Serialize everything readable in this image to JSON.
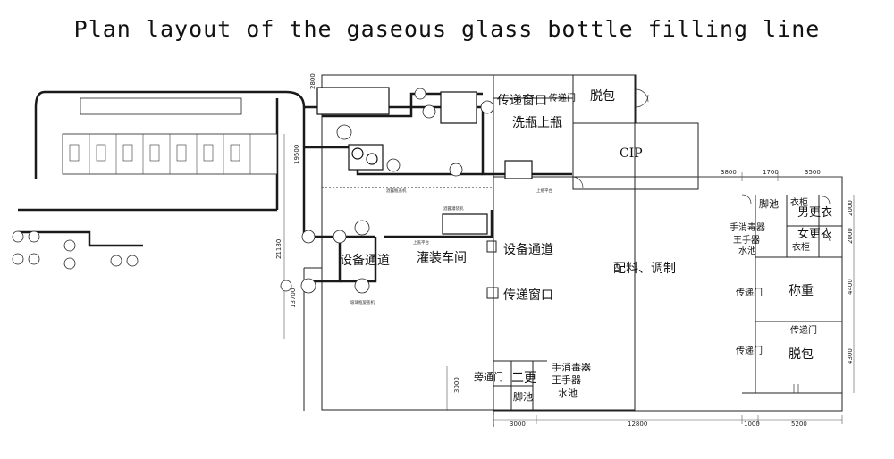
{
  "title": "Plan layout of the gaseous glass bottle filling line",
  "rooms": {
    "unpack_top": "脱包",
    "transfer_door_top": "传递门",
    "transfer_window_top": "传递窗口",
    "bottle_loading": "洗瓶上瓶",
    "cip": "CIP",
    "equipment_channel_1": "设备通道",
    "equipment_channel_2": "设备通道",
    "filling_room": "灌装车间",
    "transfer_window_mid": "传递窗口",
    "batching": "配料、调制",
    "foot_bath_right": "脚池",
    "clothes_cabinet_1": "衣柜",
    "hand_sanitizer_right": "手消毒器",
    "hand_dryer_right": "王手器",
    "water_basin_right": "水池",
    "mens_change": "男更衣",
    "womens_change": "女更衣",
    "clothes_cabinet_2": "衣柜",
    "transfer_door_r1": "传递门",
    "transfer_door_r2": "传递门",
    "transfer_door_r3": "传递门",
    "weighing": "称重",
    "unpack_bottom": "脱包",
    "side_door": "旁通门",
    "second_change": "二更",
    "foot_bath_bottom": "脚池",
    "hand_sanitizer_bottom": "手消毒器",
    "hand_dryer_bottom": "王手器",
    "water_basin_bottom": "水池",
    "mini_wine_capper": "酒露瓶盖机",
    "mini_wine_filler": "酒露灌装机",
    "mini_glass_capper": "玻璃瓶旋盖机",
    "mini_cap_platform": "上盖平台",
    "mini_platform": "上瓶平台"
  },
  "dimensions": {
    "d3800": "3800",
    "d1700": "1700",
    "d3500": "3500",
    "d3000_bottom": "3000",
    "d12800": "12800",
    "d1000": "1000",
    "d5200": "5200",
    "d21180": "21180",
    "d13700": "13700",
    "d3000_left": "3000",
    "d2000_a": "2000",
    "d2000_b": "2000",
    "d4400": "4400",
    "d4300": "4300",
    "d19500": "19500",
    "d2800": "2800"
  },
  "colors": {
    "line": "#111111",
    "conveyor": "#1a1a1a",
    "wall": "#333333"
  }
}
